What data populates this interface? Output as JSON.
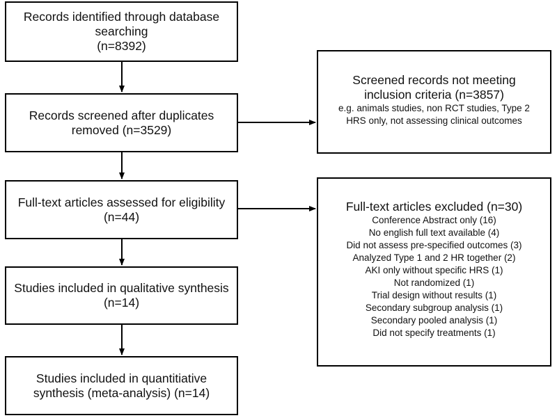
{
  "boxes": {
    "identified": {
      "lines": [
        "Records identified through database",
        "searching",
        "(n=8392)"
      ]
    },
    "screened": {
      "lines": [
        "Records screened after duplicates",
        "removed (n=3529)"
      ]
    },
    "fulltext": {
      "lines": [
        "Full-text articles assessed for eligibility",
        "(n=44)"
      ]
    },
    "qualitative": {
      "lines": [
        "Studies included in qualitative synthesis",
        "(n=14)"
      ]
    },
    "quantitative": {
      "lines": [
        "Studies included in quantitiative",
        "synthesis (meta-analysis) (n=14)"
      ]
    },
    "excluded_screen": {
      "title_lines": [
        "Screened records not meeting",
        "inclusion criteria (n=3857)"
      ],
      "detail_lines": [
        "e.g. animals studies, non RCT studies, Type 2",
        "HRS only, not assessing clinical outcomes"
      ]
    },
    "excluded_fulltext": {
      "title": "Full-text articles excluded (n=30)",
      "reasons": [
        "Conference Abstract only (16)",
        "No english full text available (4)",
        "Did not assess pre-specified outcomes (3)",
        "Analyzed Type 1 and 2 HR together (2)",
        "AKI only without specific HRS (1)",
        "Not randomized (1)",
        "Trial design without results (1)",
        "Secondary subgroup analysis (1)",
        "Secondary pooled analysis (1)",
        "Did not specify treatments (1)"
      ]
    }
  },
  "colors": {
    "stroke": "#000000",
    "text": "#111111",
    "background": "#ffffff"
  }
}
